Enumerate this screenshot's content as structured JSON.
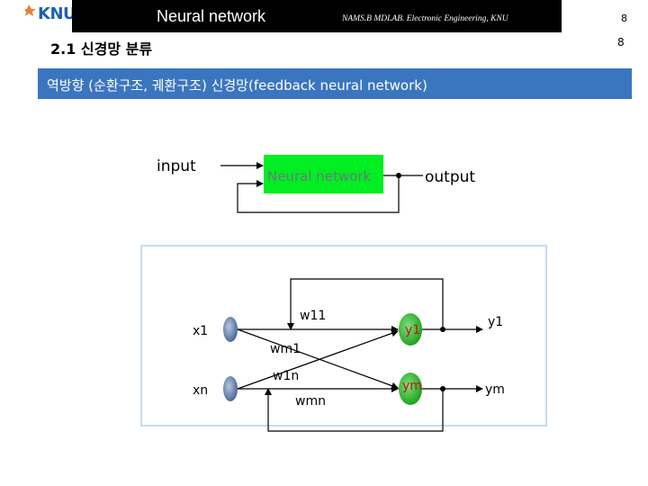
{
  "header": {
    "logo_text": "KNU",
    "title": "Neural network",
    "credit": "NAMS.B MDLAB. Electronic Engineering, KNU",
    "page_number_top": "8",
    "page_number_side": "8"
  },
  "section": {
    "title": "2.1 신경망 분류"
  },
  "banner": {
    "text": "역방향 (순환구조, 궤환구조) 신경망(feedback  neural network)"
  },
  "diagram_top": {
    "input_label": "input",
    "box_label": "Neural network",
    "output_label": "output"
  },
  "diagram_bottom": {
    "x1": "x1",
    "xn": "xn",
    "w11": "w11",
    "wm1": "wm1",
    "w1n": "w1n",
    "wmn": "wmn",
    "node_y1": "y1",
    "node_ym": "ym",
    "out_y1": "y1",
    "out_ym": "ym"
  },
  "colors": {
    "header_bg": "#000000",
    "banner_bg": "#3a76c0",
    "nn_box": "#00ee22",
    "node_green": "#22c222",
    "node_blue": "#4a6ca0",
    "frame_border": "#9cc8e8"
  }
}
